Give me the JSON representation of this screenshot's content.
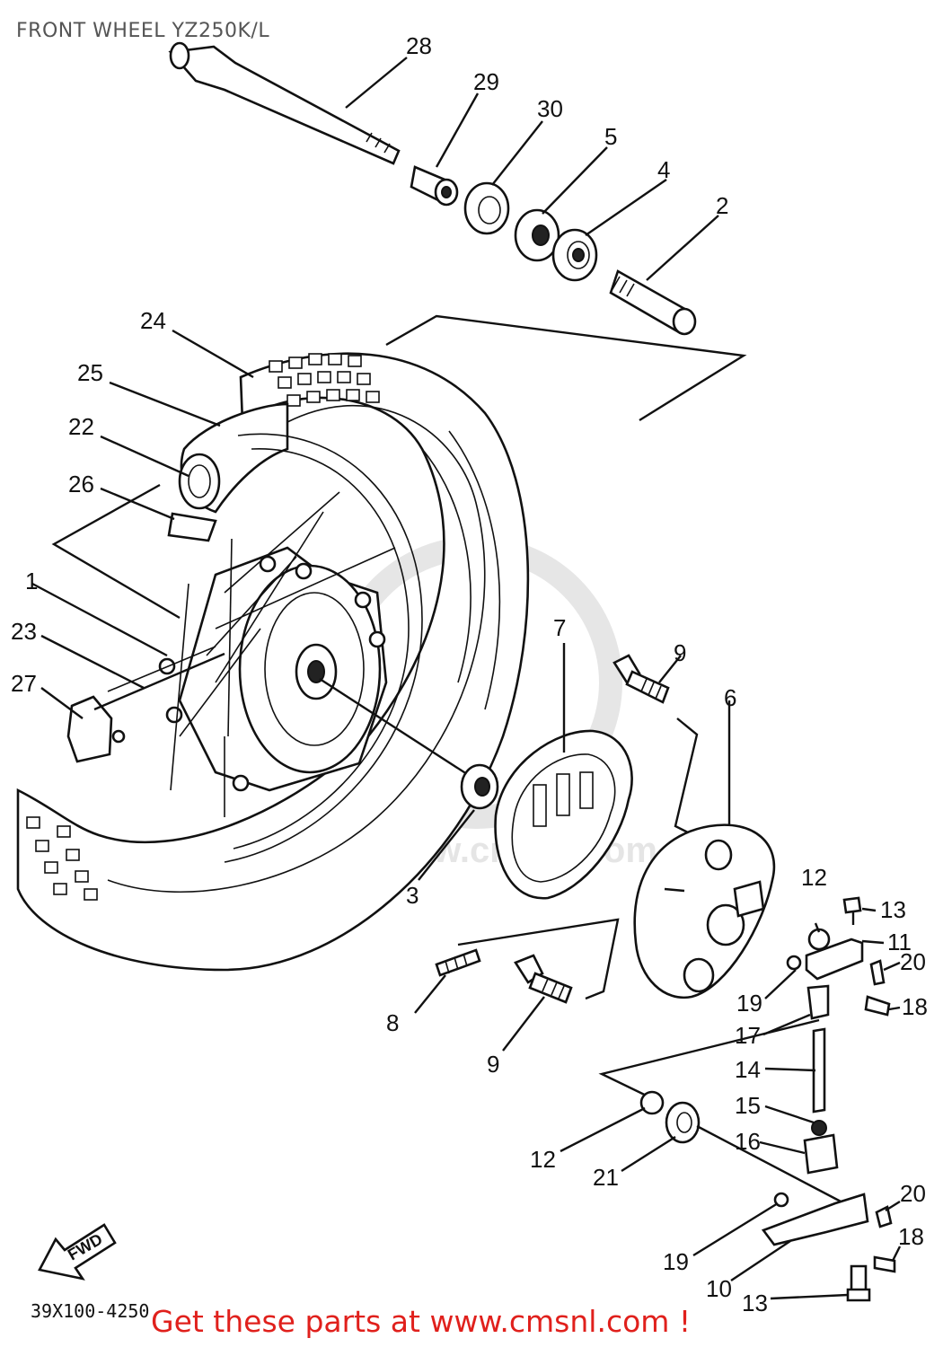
{
  "title": "FRONT WHEEL YZ250K/L",
  "diagram_code": "39X100-4250",
  "fwd_label": "FWD",
  "footer": "Get these parts at www.cmsnl.com !",
  "watermark": "www.cmsnl.com",
  "colors": {
    "footer": "#e0201c",
    "title": "#555555",
    "lines": "#111111"
  },
  "callouts": [
    "28",
    "29",
    "30",
    "5",
    "4",
    "2",
    "24",
    "25",
    "22",
    "26",
    "1",
    "23",
    "27",
    "7",
    "9",
    "6",
    "3",
    "12",
    "13",
    "11",
    "20",
    "19",
    "18",
    "17",
    "14",
    "15",
    "8",
    "9",
    "12",
    "21",
    "16",
    "20",
    "18",
    "19",
    "10",
    "13"
  ]
}
